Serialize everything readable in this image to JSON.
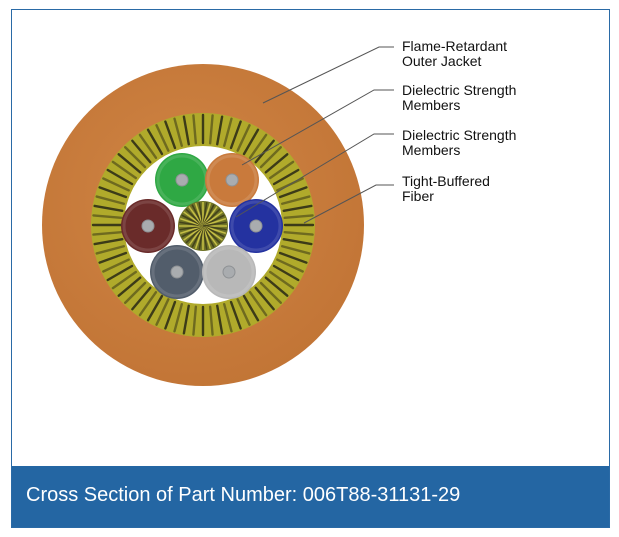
{
  "labels": [
    {
      "id": "jacket",
      "line1": "Flame-Retardant",
      "line2": "Outer Jacket"
    },
    {
      "id": "dielectric1",
      "line1": "Dielectric Strength",
      "line2": "Members"
    },
    {
      "id": "dielectric2",
      "line1": "Dielectric Strength",
      "line2": "Members"
    },
    {
      "id": "fiber",
      "line1": "Tight-Buffered",
      "line2": "Fiber"
    }
  ],
  "caption": "Cross Section of Part Number: 006T88-31131-29",
  "colors": {
    "border": "#2a6aa6",
    "caption_bg": "#2466a3",
    "jacket": "#c97a3c",
    "strength_yellow": "#b6b02e",
    "strength_dark": "#3f3f1c",
    "fibers": [
      "#2fa844",
      "#c97a3c",
      "#6a2b2a",
      "#6e7a2a",
      "#2432a0",
      "#525d6b",
      "#b8b8b8"
    ]
  }
}
